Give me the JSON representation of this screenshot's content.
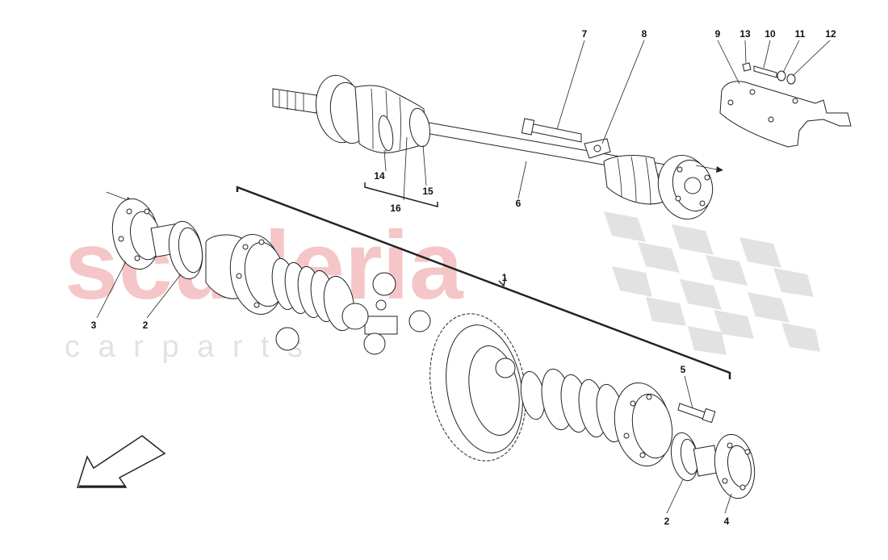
{
  "watermark": {
    "brand": "scuderia",
    "subtitle": "c a r p a r t s"
  },
  "callouts": [
    {
      "id": "c1",
      "text": "1"
    },
    {
      "id": "c2a",
      "text": "2"
    },
    {
      "id": "c2b",
      "text": "2"
    },
    {
      "id": "c3",
      "text": "3"
    },
    {
      "id": "c4",
      "text": "4"
    },
    {
      "id": "c5",
      "text": "5"
    },
    {
      "id": "c6",
      "text": "6"
    },
    {
      "id": "c7",
      "text": "7"
    },
    {
      "id": "c8",
      "text": "8"
    },
    {
      "id": "c9",
      "text": "9"
    },
    {
      "id": "c10",
      "text": "10"
    },
    {
      "id": "c11",
      "text": "11"
    },
    {
      "id": "c12",
      "text": "12"
    },
    {
      "id": "c13",
      "text": "13"
    },
    {
      "id": "c14",
      "text": "14"
    },
    {
      "id": "c15",
      "text": "15"
    },
    {
      "id": "c16",
      "text": "16"
    }
  ],
  "colors": {
    "watermark_red": "#f5c6c8",
    "watermark_grey": "#e2e2e2",
    "line": "#222222"
  }
}
